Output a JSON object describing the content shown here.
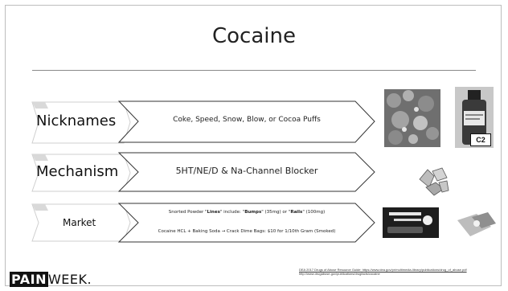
{
  "slide": {
    "title": "Cocaine",
    "rows": [
      {
        "label": "Nicknames",
        "text": "Coke, Speed, Snow, Blow, or Cocoa Puffs"
      },
      {
        "label": "Mechanism",
        "text": "5HT/NE/D & Na-Channel Blocker"
      },
      {
        "label": "Market",
        "line1_pre": "Snorted Powder \"",
        "line1_lines": "Lines",
        "line1_mid": "\" include: \"",
        "line1_bumps": "Bumps",
        "line1_mid2": "\" (35mg) or \"",
        "line1_rails": "Rails",
        "line1_post": "\" (100mg)",
        "line2": "Cocaine HCL + Baking Soda → Crack Dime Bags: $10 for 1/10th Gram (Smoked)"
      }
    ],
    "badge": "C2"
  },
  "footer": {
    "logo_pain": "PAIN",
    "logo_week": "WEEK.",
    "citation_line1": "DEA 2017 Drugs of Abuse Resource Guide: https://www.dea.gov/pr/multimedia-library/publications/drug_of_abuse.pdf",
    "citation_line2": "http://www.drugabuse.gov/publications/drugfacts/cocaine"
  },
  "colors": {
    "text": "#222222",
    "rule": "#8a8a8a",
    "arrow_stroke": "#333333"
  }
}
